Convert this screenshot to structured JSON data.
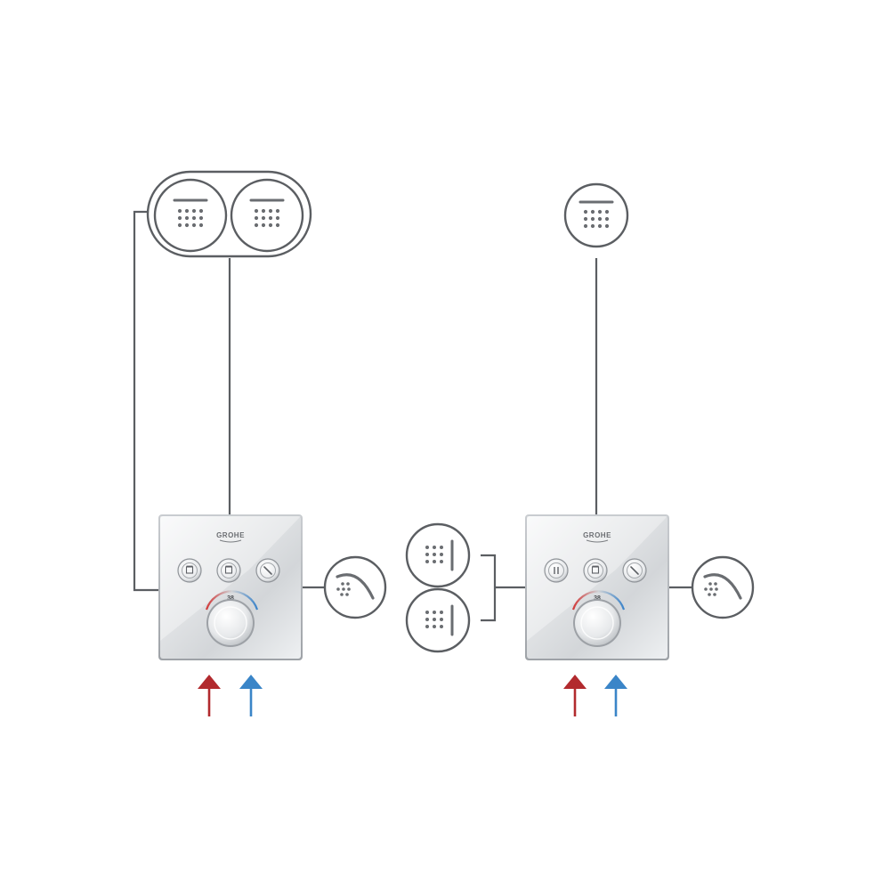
{
  "brand": {
    "left_unit_logo": "GROHE",
    "right_unit_logo": "GROHE"
  },
  "left_system": {
    "outlets_top": [
      "rain-shower-head",
      "rain-shower-head"
    ],
    "outlet_side": "hand-shower",
    "buttons": [
      "shower-head-button",
      "shower-head-button",
      "hand-shower-button"
    ],
    "temperature_mark": "38"
  },
  "right_system": {
    "outlets_top": [
      "rain-shower-head"
    ],
    "outlets_left": [
      "body-jet",
      "body-jet"
    ],
    "outlet_side": "hand-shower",
    "buttons": [
      "body-jet-button",
      "shower-head-button",
      "hand-shower-button"
    ],
    "temperature_mark": "38"
  },
  "colors": {
    "hot_water": "#b22a2e",
    "cold_water": "#3a85c8",
    "line": "#5b5e62",
    "chrome_light": "#f4f5f6",
    "chrome_dark": "#b9bcc0"
  },
  "icons": [
    "rain-shower-icon",
    "hand-shower-icon",
    "body-jet-icon",
    "hot-water-arrow-icon",
    "cold-water-arrow-icon"
  ]
}
